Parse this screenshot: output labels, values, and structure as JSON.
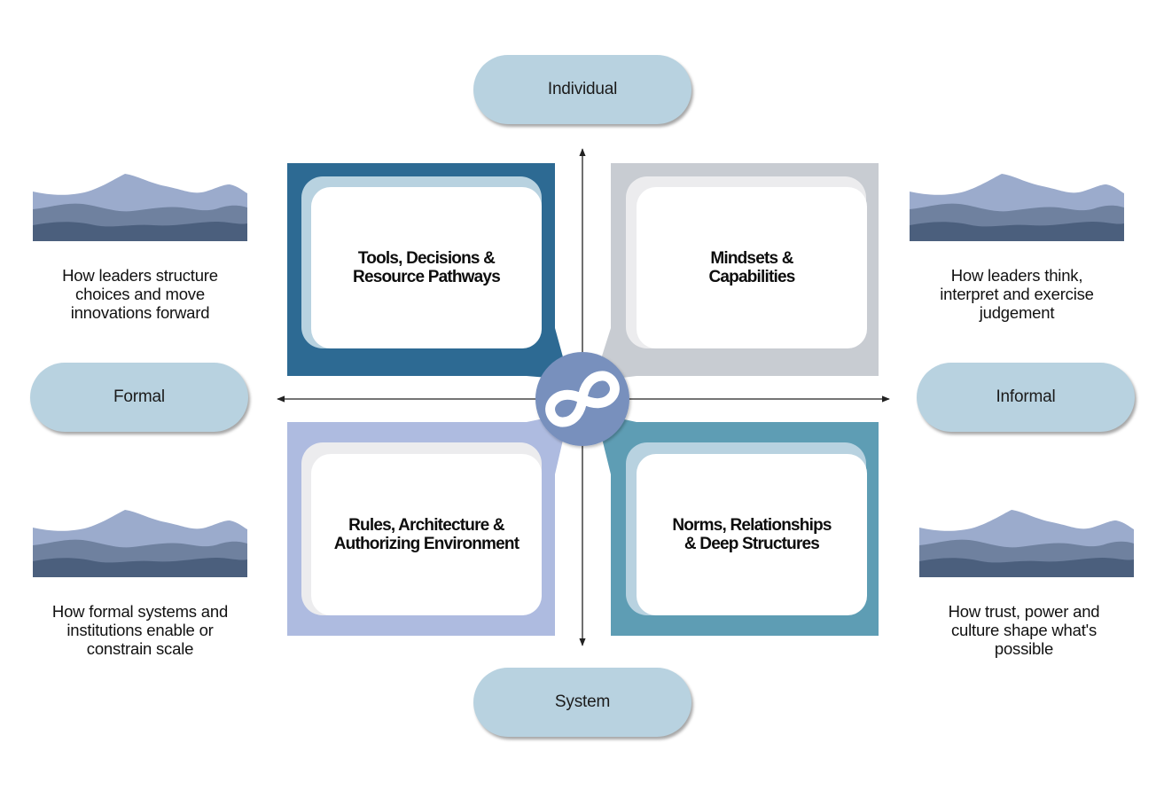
{
  "axes": {
    "top": "Individual",
    "bottom": "System",
    "left": "Formal",
    "right": "Informal"
  },
  "quadrants": {
    "top_left": {
      "label_lines": [
        "Tools, Decisions &",
        "Resource Pathways"
      ],
      "color": "#2d6a93"
    },
    "top_right": {
      "label_lines": [
        "Mindsets &",
        "Capabilities"
      ],
      "color": "#c8ccd2"
    },
    "bottom_left": {
      "label_lines": [
        "Rules, Architecture &",
        "Authorizing Environment"
      ],
      "color": "#aebbe0"
    },
    "bottom_right": {
      "label_lines": [
        "Norms, Relationships",
        "& Deep Structures"
      ],
      "color": "#5e9db4"
    }
  },
  "descriptions": {
    "top_left": [
      "How leaders structure",
      "choices and move",
      "innovations forward"
    ],
    "top_right": [
      "How leaders think,",
      "interpret and exercise",
      "judgement"
    ],
    "bottom_left": [
      "How formal systems and",
      "institutions enable or",
      "constrain scale"
    ],
    "bottom_right": [
      "How trust, power and",
      "culture shape what's",
      "possible"
    ]
  },
  "center": {
    "icon": "infinity-icon",
    "color": "#7890bd"
  },
  "colors": {
    "pill": "#b8d2e0",
    "mountain_back": "#9babcc",
    "mountain_mid": "#6f819f",
    "mountain_front": "#4b5f7d"
  }
}
